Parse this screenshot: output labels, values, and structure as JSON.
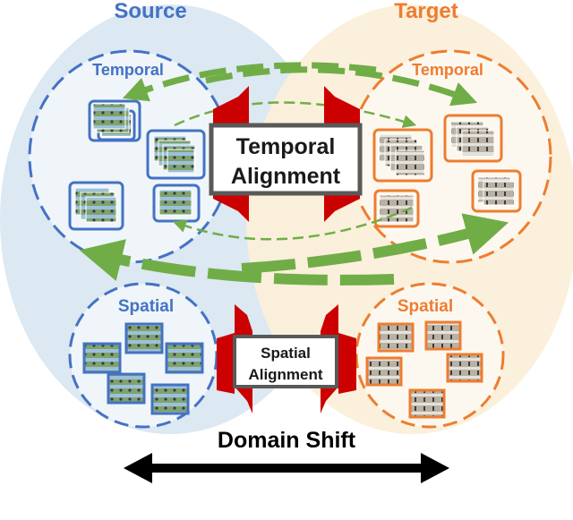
{
  "source": {
    "title": "Source",
    "temporal_label": "Temporal",
    "spatial_label": "Spatial"
  },
  "target": {
    "title": "Target",
    "temporal_label": "Temporal",
    "spatial_label": "Spatial"
  },
  "center": {
    "temporal_alignment_line1": "Temporal",
    "temporal_alignment_line2": "Alignment",
    "spatial_alignment_line1": "Spatial",
    "spatial_alignment_line2": "Alignment"
  },
  "domain_shift_label": "Domain Shift",
  "colors": {
    "source_blue": "#4472c4",
    "target_orange": "#ed7d31",
    "arrow_green": "#70ad47",
    "alignment_red": "#cc0000",
    "source_bg": "#dce8f2",
    "target_bg": "#fbefd9"
  }
}
